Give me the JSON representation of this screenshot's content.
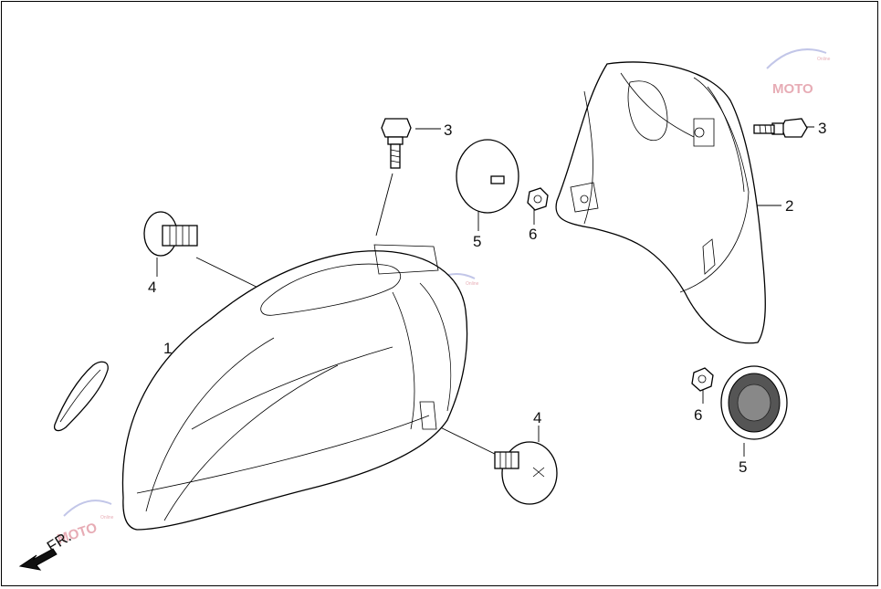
{
  "diagram": {
    "direction_label": "FR.",
    "callouts": [
      {
        "id": "c1",
        "text": "1"
      },
      {
        "id": "c2",
        "text": "2"
      },
      {
        "id": "c3a",
        "text": "3"
      },
      {
        "id": "c3b",
        "text": "3"
      },
      {
        "id": "c4a",
        "text": "4"
      },
      {
        "id": "c4b",
        "text": "4"
      },
      {
        "id": "c5a",
        "text": "5"
      },
      {
        "id": "c5b",
        "text": "5"
      },
      {
        "id": "c6a",
        "text": "6"
      },
      {
        "id": "c6b",
        "text": "6"
      }
    ],
    "watermark": {
      "text": "MOTO",
      "subtext": "Online"
    }
  }
}
